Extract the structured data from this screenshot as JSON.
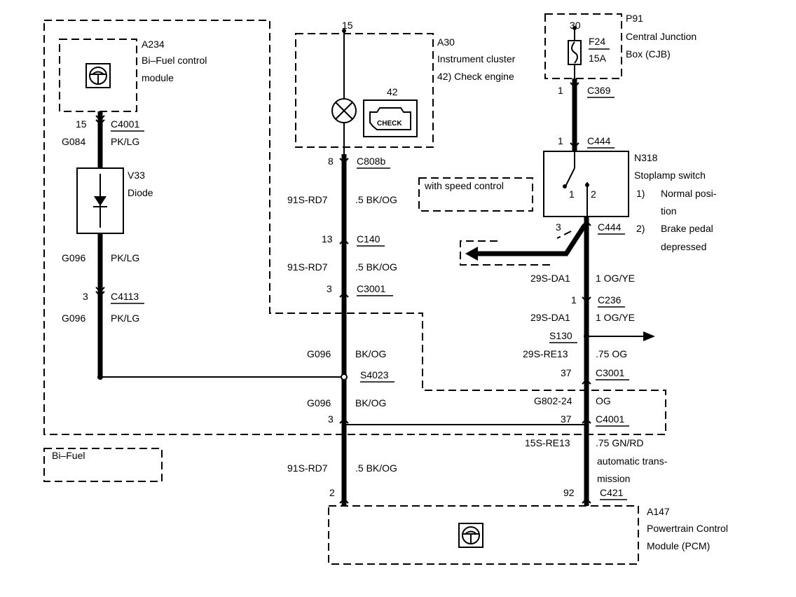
{
  "components": {
    "a234": {
      "ref": "A234",
      "line1": "Bi–Fuel control",
      "line2": "module"
    },
    "a30": {
      "ref": "A30",
      "line1": "Instrument cluster",
      "line2": "42)  Check engine",
      "pin": "15",
      "lamp_ref": "42",
      "lamp_text": "CHECK"
    },
    "p91": {
      "ref": "P91",
      "line1": "Central Junction",
      "line2": "Box (CJB)",
      "pin": "30",
      "fuse": "F24",
      "rating": "15A"
    },
    "n318": {
      "ref": "N318",
      "line1": "Stoplamp switch",
      "pos1_num": "1)",
      "pos1_a": "Normal posi-",
      "pos1_b": "tion",
      "pos2_num": "2)",
      "pos2_a": "Brake pedal",
      "pos2_b": "depressed",
      "pin1": "1",
      "pin2": "2"
    },
    "v33": {
      "ref": "V33",
      "name": "Diode"
    },
    "a147": {
      "ref": "A147",
      "line1": "Powertrain Control",
      "line2": "Module (PCM)"
    }
  },
  "options": {
    "speed_control": "with speed control",
    "bifuel": "Bi–Fuel"
  },
  "labels": {
    "l_15a": "15",
    "l_c4001a": "C4001",
    "l_g084": "G084",
    "l_pklg1": "PK/LG",
    "l_g096a": "G096",
    "l_pklg2": "PK/LG",
    "l_3a": "3",
    "l_c4113": "C4113",
    "l_g096b": "G096",
    "l_pklg3": "PK/LG",
    "l_8": "8",
    "l_c808b": "C808b",
    "l_91s1": "91S-RD7",
    "l_bkog1": ".5 BK/OG",
    "l_13": "13",
    "l_c140": "C140",
    "l_91s2": "91S-RD7",
    "l_bkog2": ".5 BK/OG",
    "l_3b": "3",
    "l_c3001a": "C3001",
    "l_g096c": "G096",
    "l_bkog3": "BK/OG",
    "l_s4023": "S4023",
    "l_g096d": "G096",
    "l_bkog4": "BK/OG",
    "l_3c": "3",
    "l_91s3": "91S-RD7",
    "l_bkog5": ".5 BK/OG",
    "l_2": "2",
    "l_1a": "1",
    "l_c369": "C369",
    "l_1b": "1",
    "l_c444a": "C444",
    "l_3d": "3",
    "l_c444b": "C444",
    "l_29s1": "29S-DA1",
    "l_ogye1": "1 OG/YE",
    "l_1c": "1",
    "l_c236": "C236",
    "l_29s2": "29S-DA1",
    "l_ogye2": "1 OG/YE",
    "l_s130": "S130",
    "l_29s3": "29S-RE13",
    "l_75og": ".75 OG",
    "l_37a": "37",
    "l_c3001b": "C3001",
    "l_g802": "G802-24",
    "l_og": "OG",
    "l_37b": "37",
    "l_c4001b": "C4001",
    "l_15s": "15S-RE13",
    "l_gnrd": ".75 GN/RD",
    "l_auto1": "automatic trans-",
    "l_auto2": "mission",
    "l_92": "92",
    "l_c421": "C421"
  }
}
